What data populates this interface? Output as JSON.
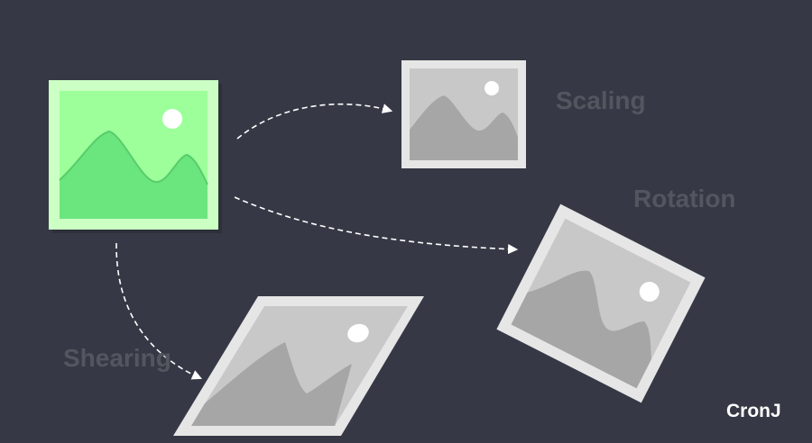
{
  "labels": {
    "scaling": "Scaling",
    "rotation": "Rotation",
    "shearing": "Shearing"
  },
  "brand": "CronJ",
  "colors": {
    "background": "#363945",
    "original_frame": "#ccffc4",
    "original_sky": "#9cff99",
    "original_mountain": "#6be67f",
    "transformed_frame": "#e6e6e6",
    "transformed_sky": "#c8c8c8",
    "transformed_mountain": "#a6a6a6",
    "label": "#54565f",
    "arrow": "#ffffff"
  },
  "icons": {
    "original": "image-icon",
    "scaled": "image-icon",
    "rotated": "image-icon",
    "sheared": "image-icon"
  }
}
